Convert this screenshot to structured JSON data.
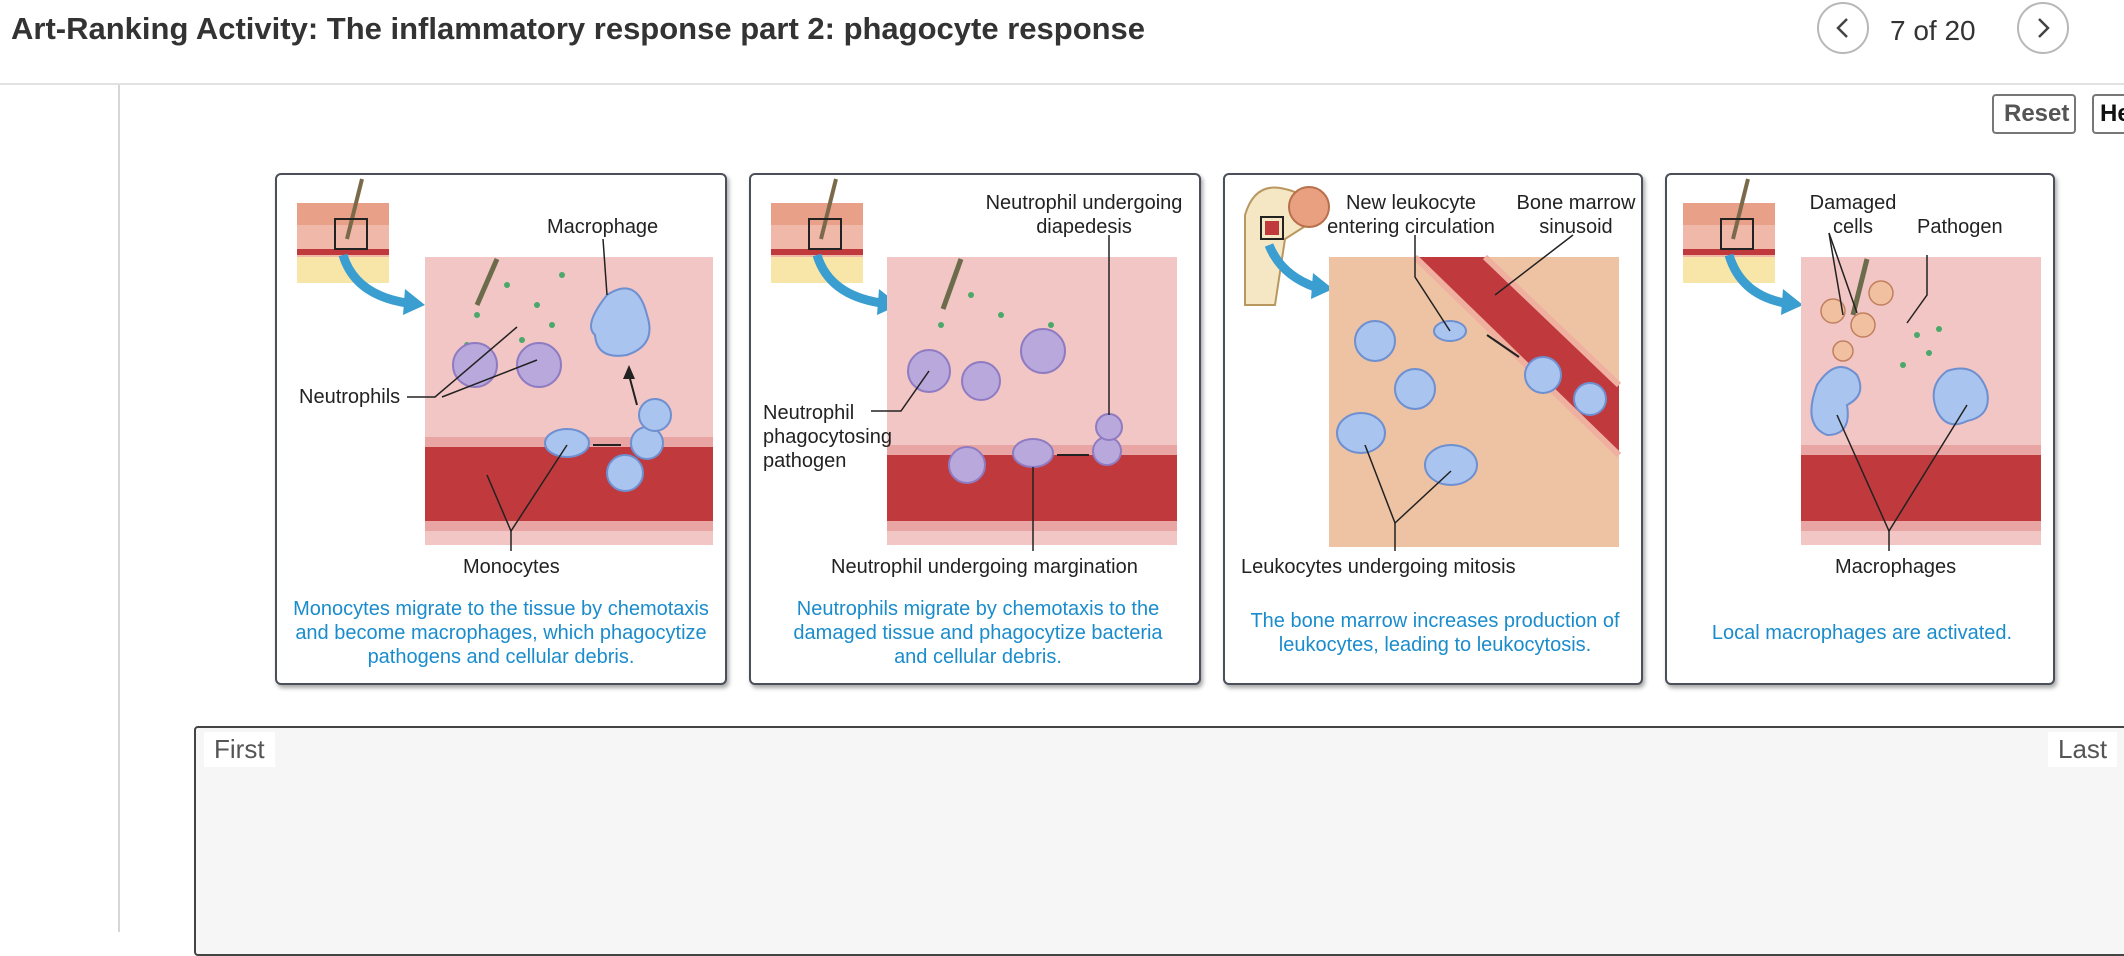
{
  "header": {
    "title": "Art-Ranking Activity: The inflammatory response part 2: phagocyte response",
    "pager": "7 of 20"
  },
  "toolbar": {
    "reset_label": "Reset",
    "help_label": "He"
  },
  "cards": [
    {
      "labels": {
        "macrophage": "Macrophage",
        "neutrophils": "Neutrophils",
        "monocytes": "Monocytes"
      },
      "caption": "Monocytes migrate to the tissue by chemotaxis and become macrophages, which phagocytize pathogens and cellular debris."
    },
    {
      "labels": {
        "diapedesis": "Neutrophil undergoing diapedesis",
        "phagocytosing": "Neutrophil phagocytosing pathogen",
        "margination": "Neutrophil undergoing margination"
      },
      "caption": "Neutrophils migrate by chemotaxis to the damaged tissue and phagocytize bacteria and cellular debris."
    },
    {
      "labels": {
        "new_leukocyte": "New leukocyte entering circulation",
        "sinusoid": "Bone marrow sinusoid",
        "mitosis": "Leukocytes undergoing mitosis"
      },
      "caption": "The bone marrow increases production of leukocytes, leading to leukocytosis."
    },
    {
      "labels": {
        "damaged": "Damaged cells",
        "pathogen": "Pathogen",
        "macrophages": "Macrophages"
      },
      "caption": "Local macrophages are activated."
    }
  ],
  "ranking": {
    "first_label": "First",
    "last_label": "Last"
  },
  "colors": {
    "caption_blue": "#1a8ccc",
    "tissue_pink": "#f2c6c4",
    "vessel_red": "#c0393d",
    "cell_purple": "#b9a8dc",
    "marrow_tan": "#edc3a4"
  }
}
